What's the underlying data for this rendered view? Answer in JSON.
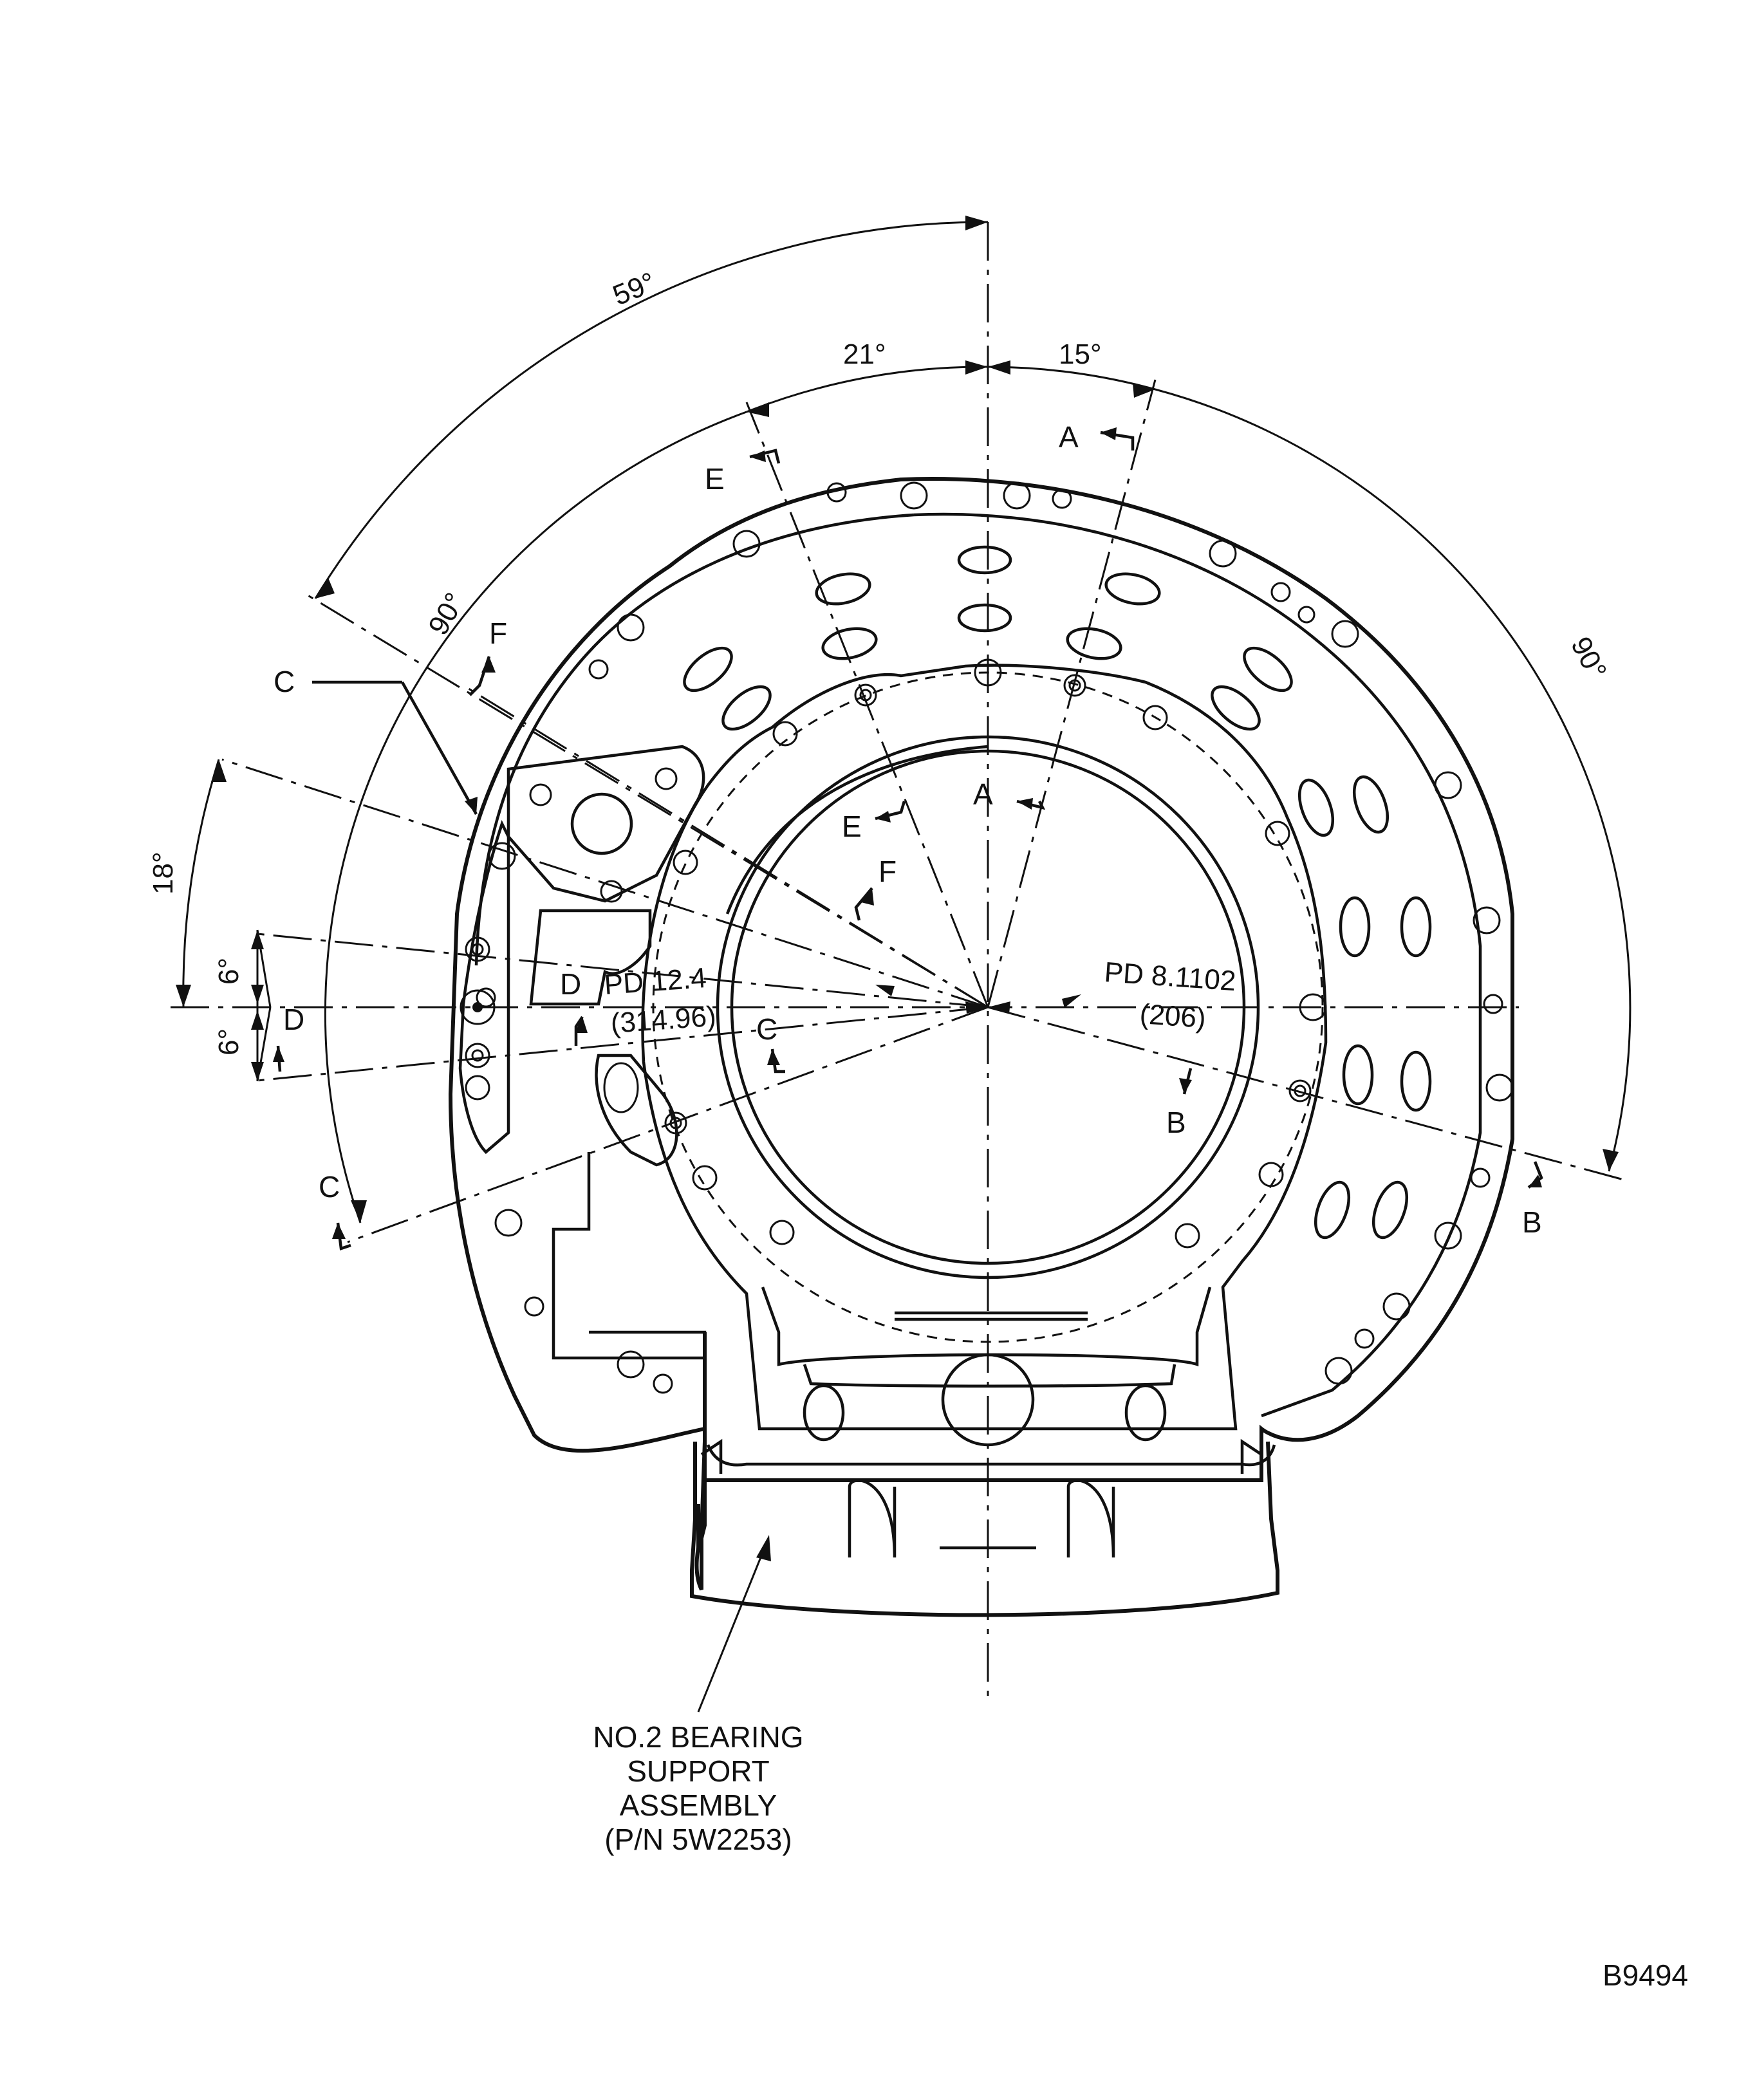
{
  "angles": {
    "top_left_59": "59°",
    "top_21": "21°",
    "top_15": "15°",
    "left_90": "90°",
    "right_90": "90°",
    "left_18": "18°",
    "left_6_upper": "6°",
    "left_6_lower": "6°"
  },
  "section_labels": {
    "A_outer": "A",
    "A_inner": "A",
    "B_outer": "B",
    "B_inner": "B",
    "C_outer": "C",
    "C_inner": "C",
    "C_callout": "C",
    "D_outer": "D",
    "D_inner": "D",
    "E_outer": "E",
    "E_inner": "E",
    "F_outer": "F",
    "F_inner": "F"
  },
  "pitch_diameters": {
    "large_pd": "PD 12.4",
    "large_mm": "(314.96)",
    "small_pd": "PD 8.1102",
    "small_mm": "(206)"
  },
  "callout": {
    "line1": "NO.2 BEARING",
    "line2": "SUPPORT",
    "line3": "ASSEMBLY",
    "line4": "(P/N 5W2253)"
  },
  "figure_id": "B9494"
}
